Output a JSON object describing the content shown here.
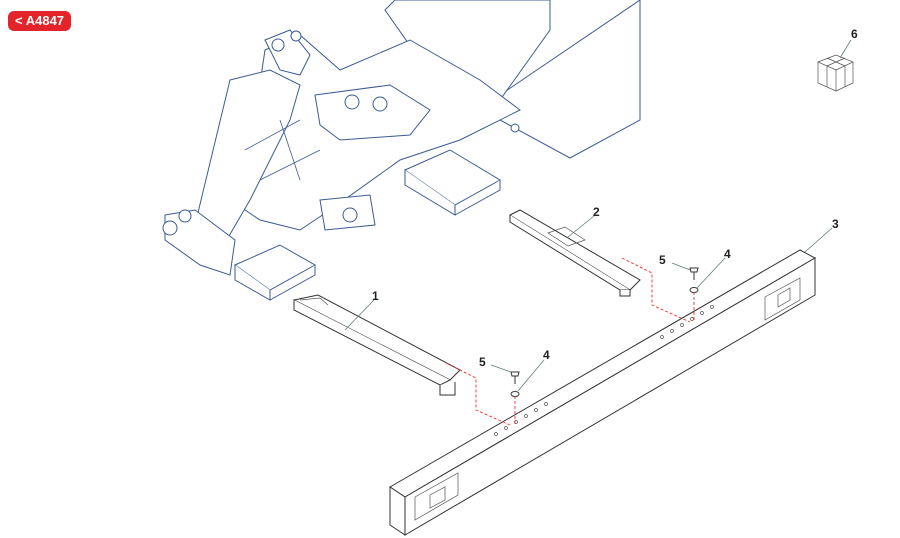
{
  "header": {
    "back_label": "< A4847"
  },
  "callouts": {
    "c1": "1",
    "c2": "2",
    "c3": "3",
    "c4a": "4",
    "c4b": "4",
    "c5a": "5",
    "c5b": "5",
    "c6": "6"
  },
  "colors": {
    "accent": "#e3242b",
    "frame": "#3b5b93",
    "guide": "#ee3333"
  }
}
